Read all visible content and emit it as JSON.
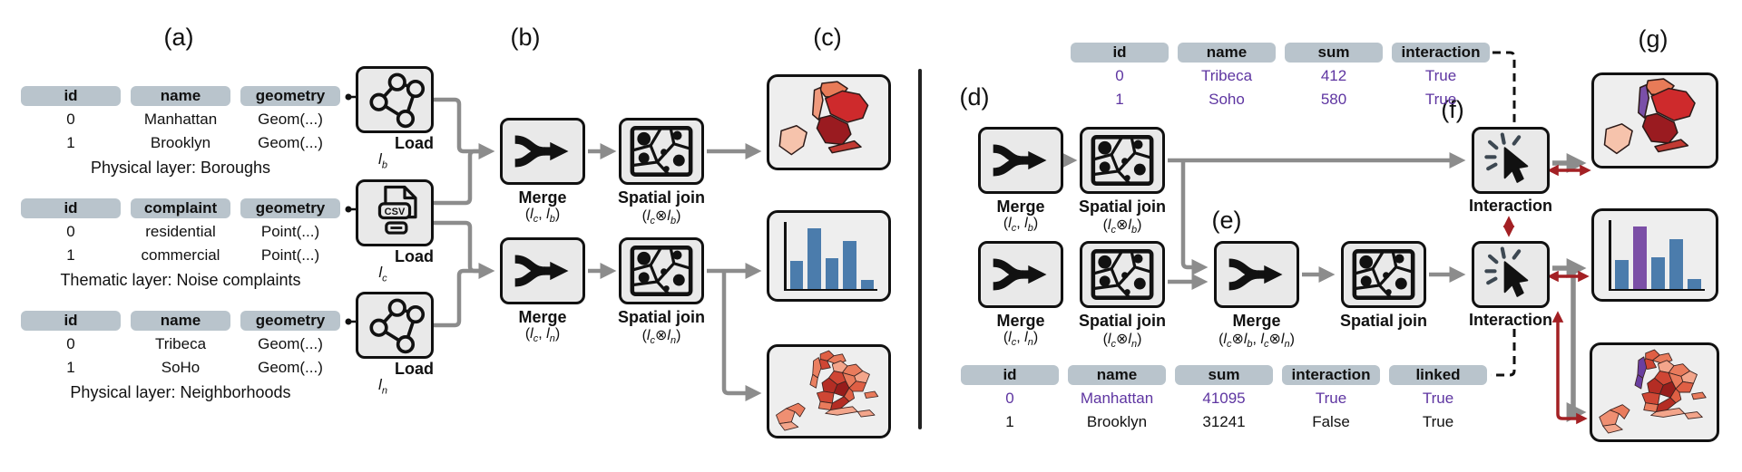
{
  "panel_labels": {
    "a": "(a)",
    "b": "(b)",
    "c": "(c)",
    "d": "(d)",
    "e": "(e)",
    "f": "(f)",
    "g": "(g)"
  },
  "node_labels": {
    "load": "Load",
    "merge": "Merge",
    "spatial_join": "Spatial join",
    "interaction": "Interaction"
  },
  "formulas": {
    "lb": [
      "l",
      "b"
    ],
    "lc": [
      "l",
      "c"
    ],
    "ln": [
      "l",
      "n"
    ],
    "merge_cb": [
      "(",
      "l",
      "c",
      ", ",
      "l",
      "b",
      ")"
    ],
    "merge_cn": [
      "(",
      "l",
      "c",
      ", ",
      "l",
      "n",
      ")"
    ],
    "sj_cb": [
      "(",
      "l",
      "c",
      "⊗",
      "l",
      "b",
      ")"
    ],
    "sj_cn": [
      "(",
      "l",
      "c",
      "⊗",
      "l",
      "n",
      ")"
    ],
    "merge_joined": [
      "(",
      "l",
      "c",
      "⊗",
      "l",
      "b",
      ", ",
      "l",
      "c",
      "⊗",
      "l",
      "n",
      ")"
    ]
  },
  "tables": {
    "boroughs": {
      "headers": [
        "id",
        "name",
        "geometry"
      ],
      "rows": [
        [
          "0",
          "Manhattan",
          "Geom(...)"
        ],
        [
          "1",
          "Brooklyn",
          "Geom(...)"
        ]
      ],
      "caption": "Physical layer: Boroughs"
    },
    "complaints": {
      "headers": [
        "id",
        "complaint",
        "geometry"
      ],
      "rows": [
        [
          "0",
          "residential",
          "Point(...)"
        ],
        [
          "1",
          "commercial",
          "Point(...)"
        ]
      ],
      "caption": "Thematic layer: Noise complaints"
    },
    "neighborhoods": {
      "headers": [
        "id",
        "name",
        "geometry"
      ],
      "rows": [
        [
          "0",
          "Tribeca",
          "Geom(...)"
        ],
        [
          "1",
          "SoHo",
          "Geom(...)"
        ]
      ],
      "caption": "Physical layer: Neighborhoods"
    },
    "joined_top": {
      "headers": [
        "id",
        "name",
        "sum",
        "interaction"
      ],
      "rows": [
        [
          "0",
          "Tribeca",
          "412",
          "True"
        ],
        [
          "1",
          "Soho",
          "580",
          "True"
        ]
      ]
    },
    "joined_bottom": {
      "headers": [
        "id",
        "name",
        "sum",
        "interaction",
        "linked"
      ],
      "rows": [
        [
          "0",
          "Manhattan",
          "41095",
          "True",
          "True"
        ],
        [
          "1",
          "Brooklyn",
          "31241",
          "False",
          "True"
        ]
      ]
    }
  },
  "colors": {
    "purple_text": "#5e35a1",
    "purple_highlight": "#7a4fa8",
    "bar_blue": "#4b7cac",
    "bar_purple": "#7b4fa6",
    "red_arrow": "#a32024",
    "gray_arrow": "#8c8c8c",
    "header_pill": "#b9c4cc",
    "node_fill": "#e9e9e9"
  },
  "chart_data": [
    {
      "id": "noise-histogram-left",
      "type": "bar",
      "values": [
        42,
        91,
        46,
        72,
        14
      ],
      "bar_color": "#4b7cac",
      "title": "",
      "xlabel": "",
      "ylabel": "",
      "note": "Histogram of noise complaints per neighborhood, unlabeled axes"
    },
    {
      "id": "noise-histogram-linked",
      "type": "bar",
      "values": [
        42,
        91,
        46,
        72,
        14
      ],
      "bar_color": "#4b7cac",
      "highlight_index": 1,
      "highlight_color": "#7b4fa6",
      "title": "",
      "xlabel": "",
      "ylabel": "",
      "note": "Same histogram with one bar highlighted purple by linked interaction"
    },
    {
      "id": "boroughs-choropleth-left",
      "type": "map",
      "note": "NYC boroughs choropleth in red shades"
    },
    {
      "id": "neighborhoods-choropleth-left",
      "type": "map",
      "note": "NYC neighborhoods choropleth in red shades"
    },
    {
      "id": "boroughs-choropleth-linked",
      "type": "map",
      "note": "NYC boroughs choropleth with Manhattan highlighted purple"
    },
    {
      "id": "neighborhoods-choropleth-linked",
      "type": "map",
      "note": "NYC neighborhoods choropleth with Manhattan strip highlighted purple"
    }
  ]
}
